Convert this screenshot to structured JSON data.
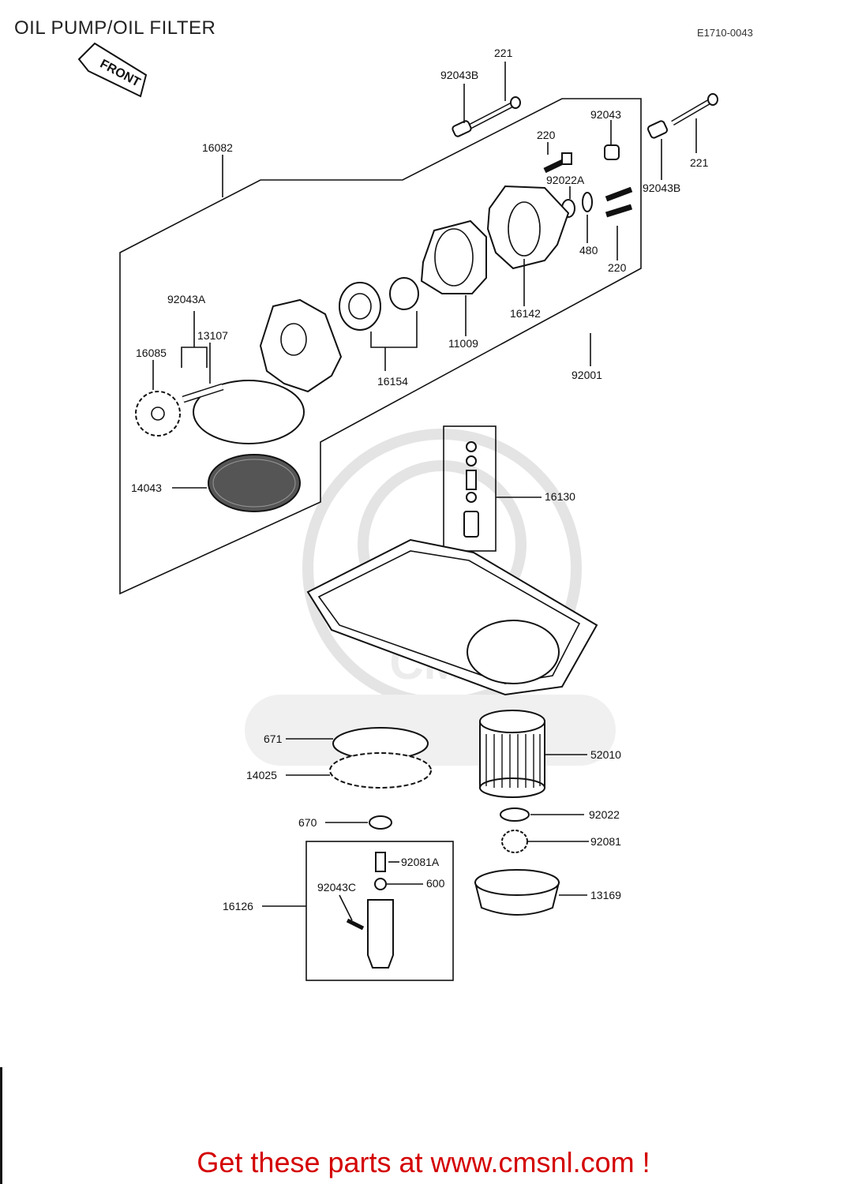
{
  "header": {
    "title": "OIL PUMP/OIL FILTER",
    "diagram_code": "E1710-0043"
  },
  "front_arrow_label": "FRONT",
  "parts": {
    "p221_top": "221",
    "p92043B_top": "92043B",
    "p92043": "92043",
    "p221_right": "221",
    "p220_top": "220",
    "p92022A": "92022A",
    "p92043B_right": "92043B",
    "p16082": "16082",
    "p480": "480",
    "p220_right": "220",
    "p16142": "16142",
    "p11009": "11009",
    "p92043A": "92043A",
    "p13107": "13107",
    "p16085": "16085",
    "p16154": "16154",
    "p92001": "92001",
    "p14043": "14043",
    "p16130": "16130",
    "p671": "671",
    "p52010": "52010",
    "p14025": "14025",
    "p670": "670",
    "p92022": "92022",
    "p92081A": "92081A",
    "p92081": "92081",
    "p92043C": "92043C",
    "p600": "600",
    "p16126": "16126",
    "p13169": "13169"
  },
  "footer": {
    "text": "Get these parts at www.cmsnl.com !"
  }
}
